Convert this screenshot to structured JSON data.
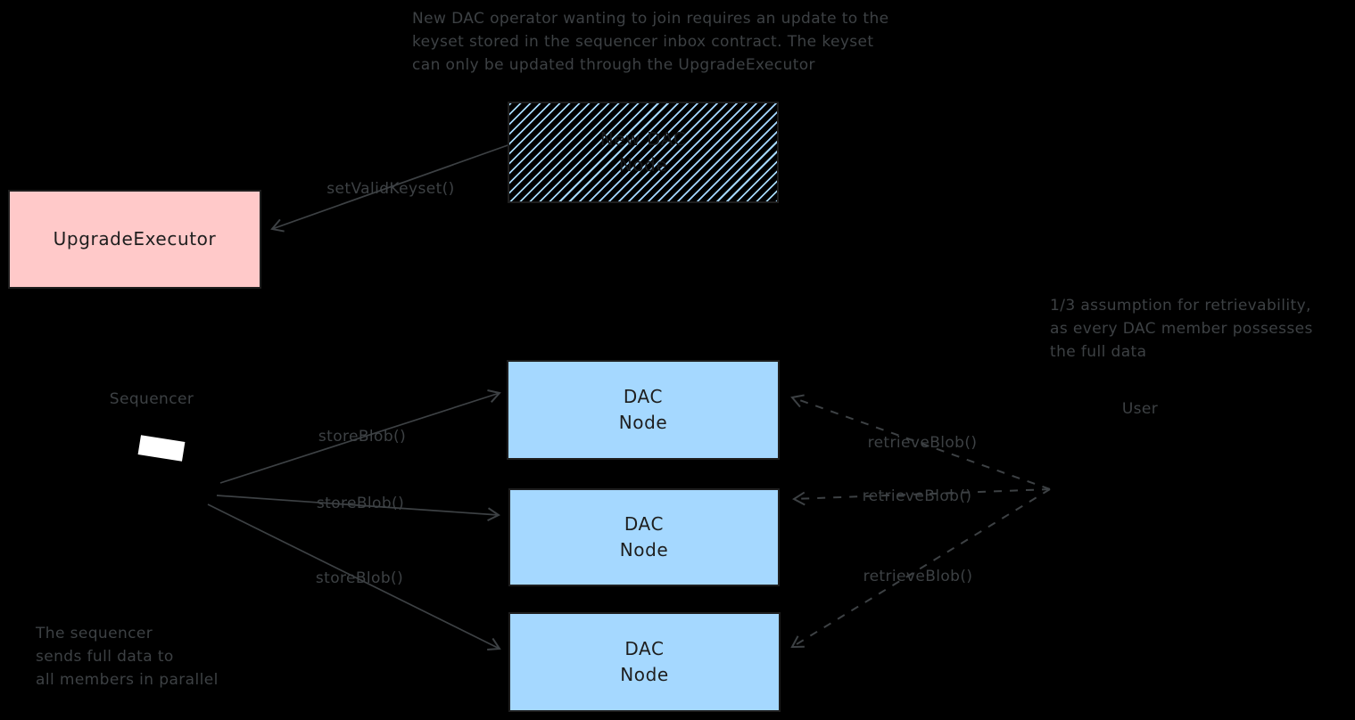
{
  "diagram": {
    "background": "#000000",
    "colors": {
      "stroke": "#3d4144",
      "node_text": "#1e1e1e",
      "pink_fill": "#ffc9c9",
      "blue_fill": "#a5d8ff",
      "sequencer_fill": "#ffffff"
    },
    "notes": {
      "keyset_note": "New DAC operator wanting to join requires an update to the\nkeyset stored in the sequencer inbox contract. The keyset\ncan only be updated through the UpgradeExecutor",
      "retrievability_note": "1/3 assumption for retrievability,\nas every DAC member possesses\nthe full data",
      "sequencer_note": "The sequencer\nsends full data to\nall members in parallel"
    },
    "nodes": {
      "new_dac_node": {
        "label": "New DAC\nNode"
      },
      "upgrade_executor": {
        "label": "UpgradeExecutor"
      },
      "dac_node_1": {
        "label": "DAC\nNode"
      },
      "dac_node_2": {
        "label": "DAC\nNode"
      },
      "dac_node_3": {
        "label": "DAC\nNode"
      }
    },
    "actors": {
      "sequencer": {
        "label": "Sequencer"
      },
      "user": {
        "label": "User"
      }
    },
    "edge_labels": {
      "set_valid_keyset": "setValidKeyset()",
      "store_blob_1": "storeBlob()",
      "store_blob_2": "storeBlob()",
      "store_blob_3": "storeBlob()",
      "retrieve_blob_1": "retrieveBlob()",
      "retrieve_blob_2": "retrieveBlob()",
      "retrieve_blob_3": "retrieveBlob()"
    }
  }
}
